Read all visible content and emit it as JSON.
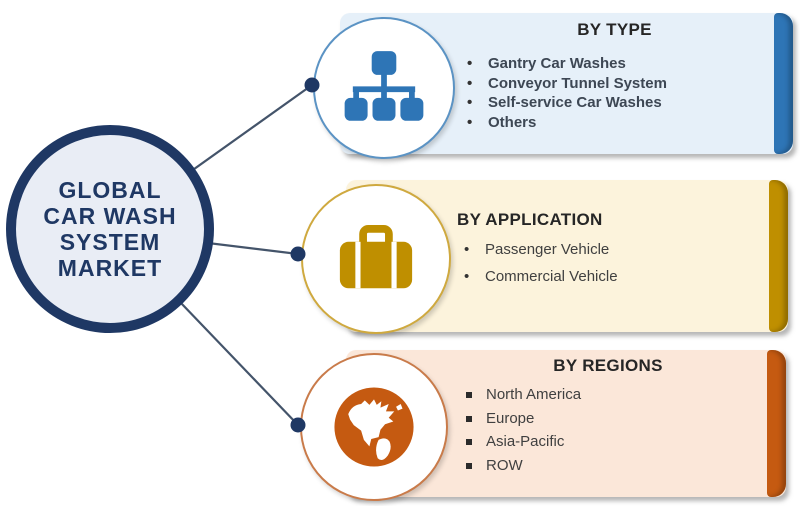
{
  "center": {
    "lines": [
      "GLOBAL",
      "CAR WASH",
      "SYSTEM",
      "MARKET"
    ],
    "border_color": "#1F3864",
    "fill_color": "#E9EDF5",
    "text_color": "#1F3864"
  },
  "panels": [
    {
      "id": "by-type",
      "title": "BY TYPE",
      "items": [
        "Gantry Car Washes",
        "Conveyor Tunnel System",
        "Self-service Car Washes",
        "Others"
      ],
      "icon": "sitemap-icon",
      "bg_color": "#E6F0F9",
      "accent_color": "#2E75B6",
      "bullet_style": "disc"
    },
    {
      "id": "by-application",
      "title": "BY APPLICATION",
      "items": [
        "Passenger Vehicle",
        "Commercial Vehicle"
      ],
      "icon": "briefcase-icon",
      "bg_color": "#FCF3DC",
      "accent_color": "#BF8F00",
      "bullet_style": "disc"
    },
    {
      "id": "by-regions",
      "title": "BY REGIONS",
      "items": [
        "North America",
        "Europe",
        "Asia-Pacific",
        "ROW"
      ],
      "icon": "globe-icon",
      "bg_color": "#FBE7D9",
      "accent_color": "#C55A11",
      "bullet_style": "square"
    }
  ],
  "connector_color": "#44546A",
  "dot_color": "#1F3864",
  "text_colors": {
    "panel_title": "#262626",
    "panel_item": "#404040"
  }
}
